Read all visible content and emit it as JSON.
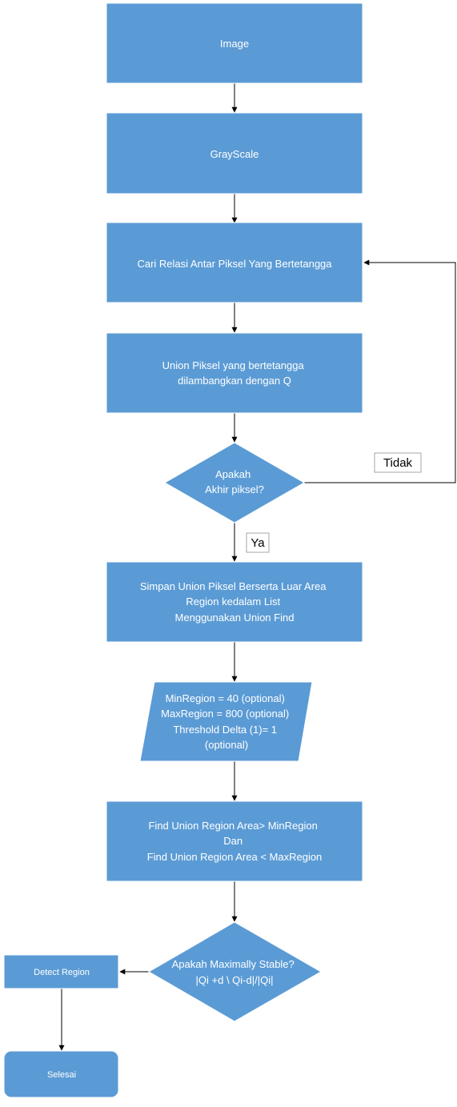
{
  "nodes": {
    "image": "Image",
    "grayscale": "GrayScale",
    "cari_relasi": "Cari Relasi Antar Piksel Yang Bertetangga",
    "union_piksel": [
      "Union Piksel yang bertetangga",
      "dilambangkan dengan Q"
    ],
    "decision_akhir": [
      "Apakah",
      "Akhir piksel?"
    ],
    "simpan": [
      "Simpan Union Piksel Berserta Luar Area",
      "Region kedalam List",
      "Menggunakan Union Find"
    ],
    "params": [
      "MinRegion  = 40 (optional)",
      "MaxRegion = 800 (optional)",
      "Threshold Delta (1)= 1",
      "(optional)"
    ],
    "find_union": [
      "Find Union Region Area> MinRegion",
      "Dan",
      "Find Union Region Area < MaxRegion"
    ],
    "decision_stable": [
      "Apakah Maximally Stable?",
      "|Qi +d \\ Qi-d|/|Qi|"
    ],
    "detect_region": "Detect Region",
    "selesai": "Selesai"
  },
  "edge_labels": {
    "tidak": "Tidak",
    "ya": "Ya"
  },
  "colors": {
    "node_fill": "#5b9bd5",
    "node_text": "#ffffff",
    "edge": "#000000"
  }
}
